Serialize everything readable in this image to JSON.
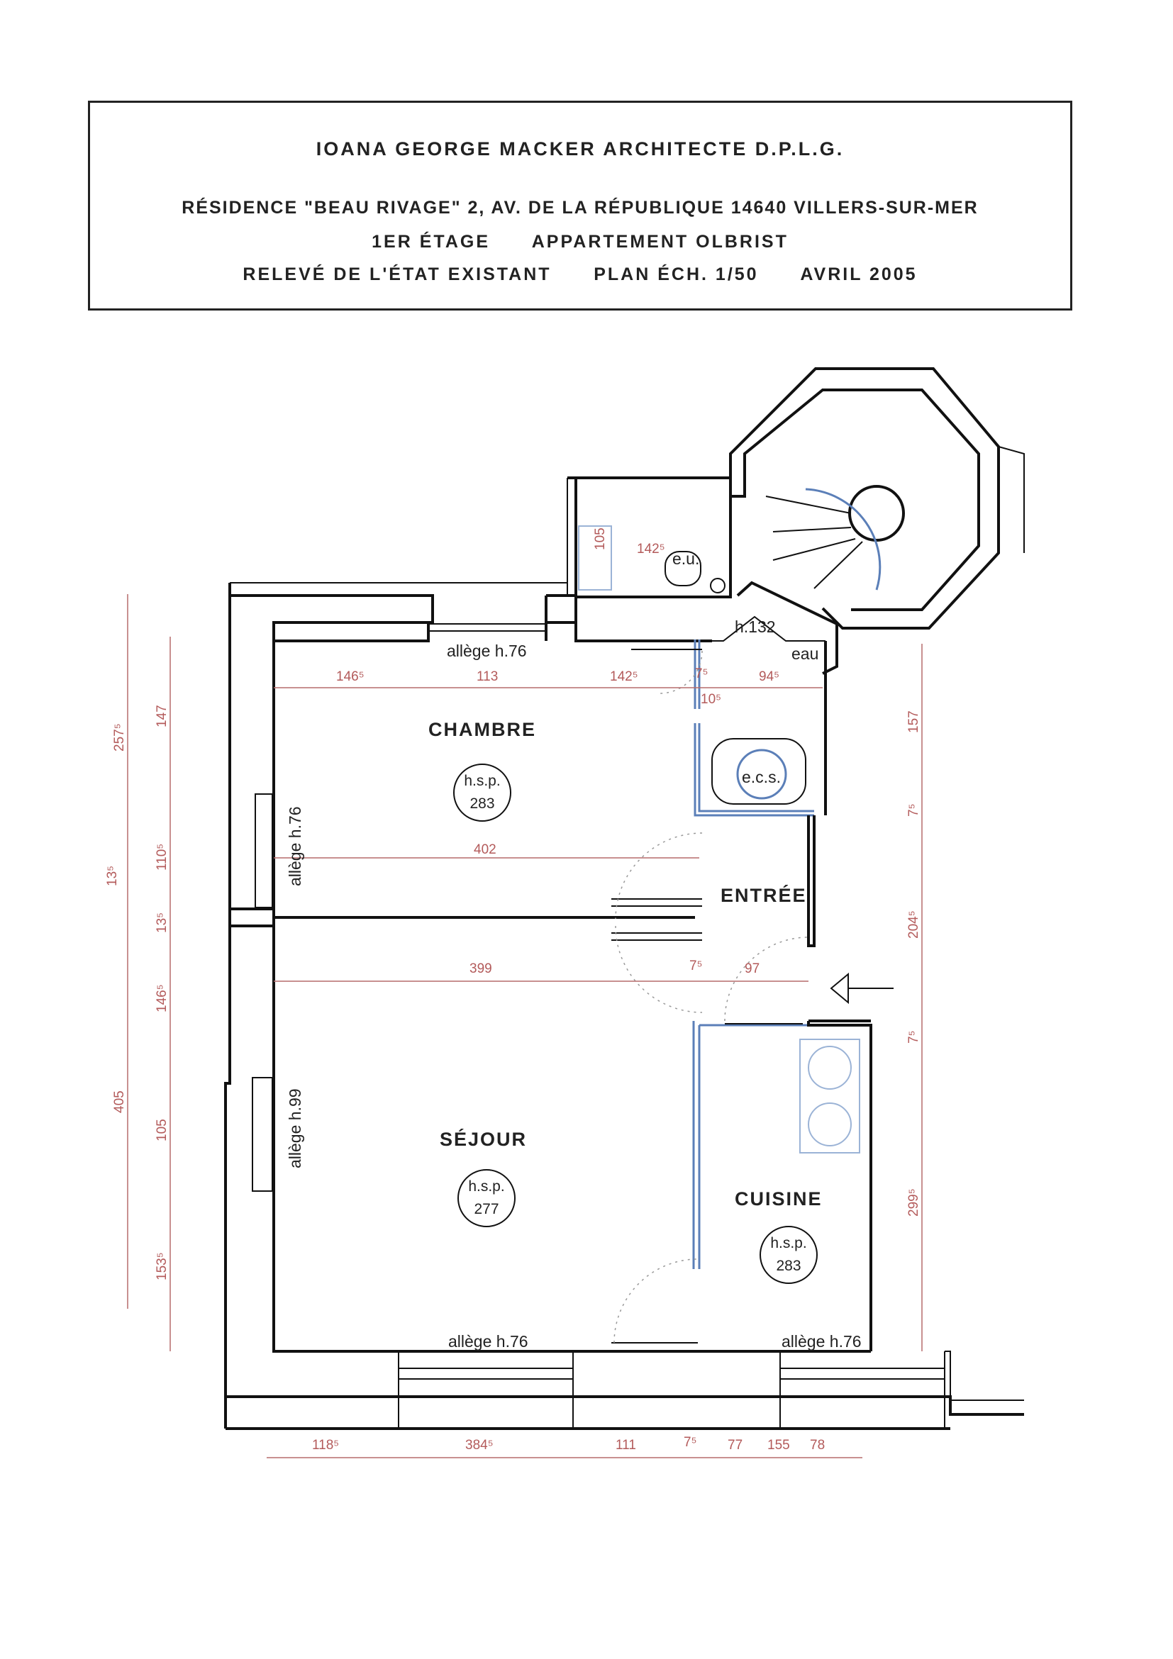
{
  "header": {
    "line1": "IOANA GEORGE MACKER ARCHITECTE D.P.L.G.",
    "line2": "RÉSIDENCE \"BEAU RIVAGE\" 2, AV. DE LA RÉPUBLIQUE 14640 VILLERS-SUR-MER",
    "line3a": "1ER ÉTAGE",
    "line3b": "APPARTEMENT OLBRIST",
    "line4a": "RELEVÉ DE L'ÉTAT EXISTANT",
    "line4b": "PLAN ÉCH. 1/50",
    "line4c": "AVRIL 2005"
  },
  "rooms": {
    "chambre": {
      "name": "CHAMBRE",
      "hsp_label": "h.s.p.",
      "hsp_value": "283"
    },
    "sejour": {
      "name": "SÉJOUR",
      "hsp_label": "h.s.p.",
      "hsp_value": "277"
    },
    "cuisine": {
      "name": "CUISINE",
      "hsp_label": "h.s.p.",
      "hsp_value": "283"
    },
    "entree": {
      "name": "ENTRÉE"
    }
  },
  "labels": {
    "allege_top": "allège h.76",
    "allege_left_top": "allège h.76",
    "allege_left_bottom": "allège h.99",
    "allege_bottom_mid": "allège h.76",
    "allege_bottom_right": "allège h.76",
    "h132": "h.132",
    "eau": "eau",
    "ecs": "e.c.s.",
    "eu": "e.u."
  },
  "dims": {
    "top_row": [
      "146⁵",
      "113",
      "142⁵",
      "7⁵",
      "94⁵"
    ],
    "small_10": "10⁵",
    "chambre_width": "402",
    "sejour_width": "399",
    "mid_7": "7⁵",
    "mid_97": "97",
    "wc_105": "105",
    "wc_142": "142⁵",
    "bottom_row": [
      "118⁵",
      "384⁵",
      "111",
      "7⁵",
      "77",
      "155",
      "78"
    ],
    "left_outer": [
      "257⁵",
      "13⁵",
      "405"
    ],
    "left_inner": [
      "147",
      "110⁵",
      "13⁵",
      "146⁵",
      "105",
      "153⁵"
    ],
    "right": [
      "157",
      "7⁵",
      "204⁵",
      "7⁵",
      "299⁵"
    ]
  }
}
